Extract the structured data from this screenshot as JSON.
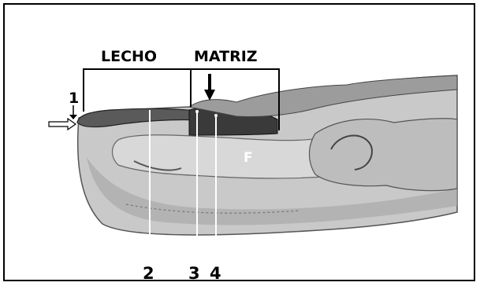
{
  "labels": {
    "lecho": "LECHO",
    "matriz": "MATRIZ",
    "n1": "1",
    "n2": "2",
    "n3": "3",
    "n4": "4",
    "f": "F"
  },
  "colors": {
    "tissue": "#c9c9c9",
    "tissue_dark": "#8e8e8e",
    "nail_plate": "#5a5a5a",
    "matrix": "#3a3a3a",
    "bone": "#d8d8d8",
    "outline": "#000000"
  }
}
